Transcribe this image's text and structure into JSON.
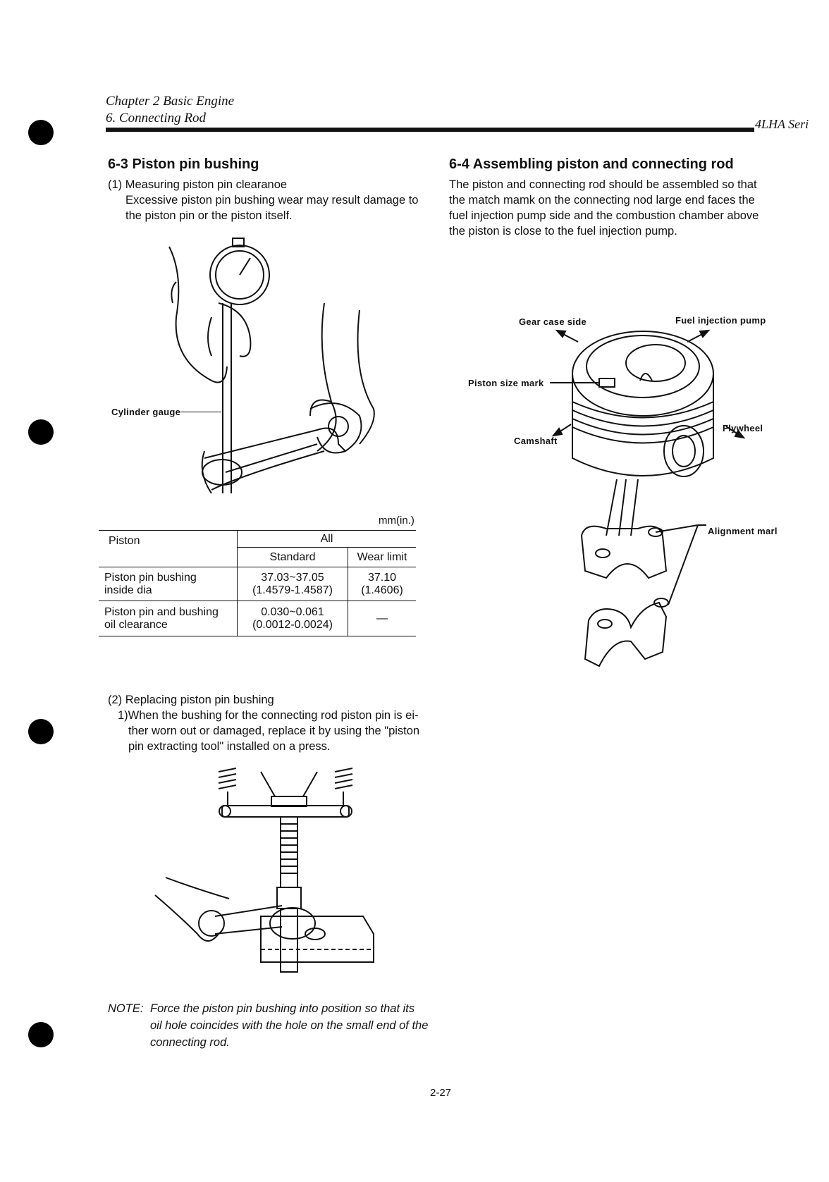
{
  "header": {
    "chapter": "Chapter 2 Basic Engine",
    "section": "6. Connecting Rod",
    "series": "4LHA Seri"
  },
  "left": {
    "title": "6-3 Piston pin bushing",
    "item1": "(1) Measuring piston pin clearanoe",
    "item1_text_1": "Excessive piston pin bushing wear may result damage to",
    "item1_text_2": "the piston pin or the piston itself.",
    "fig1_label": "Cylinder gauge",
    "table": {
      "unit": "mm(in.)",
      "col_piston": "Piston",
      "col_all": "All",
      "col_standard": "Standard",
      "col_wear": "Wear limit",
      "rows": [
        {
          "name_1": "Piston pin bushing",
          "name_2": "inside dia",
          "std_1": "37.03~37.05",
          "std_2": "(1.4579-1.4587)",
          "wear_1": "37.10",
          "wear_2": "(1.4606)"
        },
        {
          "name_1": "Piston pin and bushing",
          "name_2": "oil clearance",
          "std_1": "0.030~0.061",
          "std_2": "(0.0012-0.0024)",
          "wear_1": "—",
          "wear_2": ""
        }
      ]
    },
    "item2": "(2) Replacing piston pin bushing",
    "item2_text_1": "1)When the bushing for the connecting rod piston pin is ei-",
    "item2_text_2": "ther worn out or damaged, replace it by using the \"piston",
    "item2_text_3": "pin extracting tool\" installed on a press.",
    "note_label": "NOTE:",
    "note_1": "Force the piston pin bushing into position so that its",
    "note_2": "oil hole coincides with the hole on the small end of the",
    "note_3": "connecting rod."
  },
  "right": {
    "title": "6-4 Assembling piston and connecting rod",
    "text_1": "The piston and connecting rod should be assembled so that",
    "text_2": "the match mamk on the connecting nod large end faces the",
    "text_3": "fuel injection pump side and the combustion chamber above",
    "text_4": "the piston is close to the fuel injection pump.",
    "labels": {
      "gear_case": "Gear case side",
      "fuel_pump": "Fuel injection pump",
      "size_mark": "Piston size mark",
      "flywheel": "Flywheel",
      "camshaft": "Camshaft",
      "alignment": "Alignment marl"
    }
  },
  "footer": {
    "page": "2-27"
  }
}
